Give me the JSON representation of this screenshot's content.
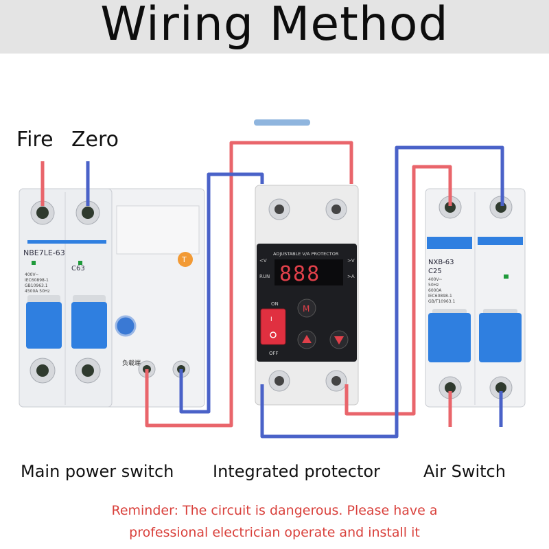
{
  "title": "Wiring Method",
  "wire_labels": {
    "fire": "Fire",
    "zero": "Zero"
  },
  "colors": {
    "fire_wire": "#e9656b",
    "zero_wire": "#4a62c8",
    "breaker_blue": "#2f7fe0",
    "display_red": "#e0404a",
    "reminder_text": "#d9403b"
  },
  "main_switch": {
    "model": "NBE7LE-63",
    "rating": "C63",
    "specs": [
      "400V~",
      "IEC60898-1",
      "GB10963.1",
      "4500A 50Hz"
    ],
    "load_mark": "负载端"
  },
  "protector": {
    "header": "ADJUSTABLE V/A PROTECTOR",
    "display": "888",
    "indicators": {
      "v": ">V",
      "a": ">A",
      "lv": "<V",
      "run": "RUN"
    },
    "on_label": "ON",
    "off_label": "OFF",
    "m_button": "M"
  },
  "air_switch": {
    "model": "NXB-63",
    "rating": "C25",
    "specs": [
      "400V~",
      "50Hz",
      "6000A",
      "IEC60898-1",
      "GB/T10963.1"
    ]
  },
  "device_labels": {
    "main": "Main power switch",
    "protector": "Integrated protector",
    "air": "Air Switch"
  },
  "reminder": {
    "line1": "Reminder: The circuit is dangerous. Please have a",
    "line2": "professional electrician operate and install it"
  }
}
